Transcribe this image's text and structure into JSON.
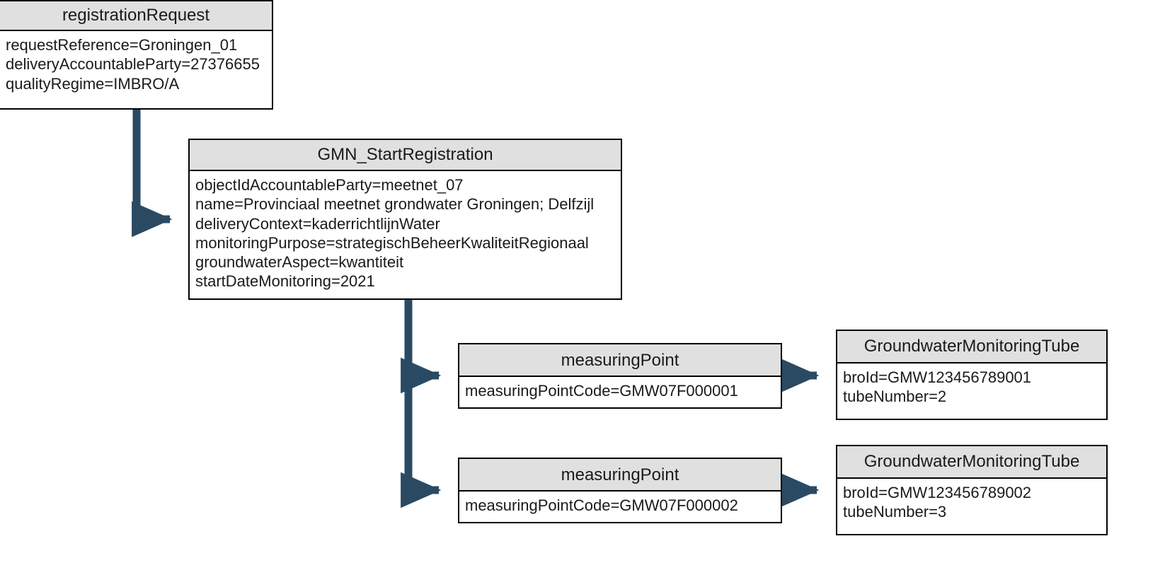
{
  "diagram": {
    "title": "GMN registration object diagram",
    "connector_color": "#2a4a63",
    "box_header_color": "#e0e0e0",
    "box_border_color": "#000000",
    "background_color": "#ffffff"
  },
  "boxes": {
    "registration_request": {
      "name": "registrationRequest",
      "attributes": [
        "requestReference=Groningen_01",
        "deliveryAccountableParty=27376655",
        "qualityRegime=IMBRO/A"
      ]
    },
    "gmn_start_registration": {
      "name": "GMN_StartRegistration",
      "attributes": [
        "objectIdAccountableParty=meetnet_07",
        "name=Provinciaal meetnet grondwater Groningen; Delfzijl",
        "deliveryContext=kaderrichtlijnWater",
        "monitoringPurpose=strategischBeheerKwaliteitRegionaal",
        "groundwaterAspect=kwantiteit",
        "startDateMonitoring=2021"
      ]
    },
    "measuring_point_1": {
      "name": "measuringPoint",
      "attributes": [
        "measuringPointCode=GMW07F000001"
      ]
    },
    "measuring_point_2": {
      "name": "measuringPoint",
      "attributes": [
        "measuringPointCode=GMW07F000002"
      ]
    },
    "tube_1": {
      "name": "GroundwaterMonitoringTube",
      "attributes": [
        "broId=GMW123456789001",
        "tubeNumber=2"
      ]
    },
    "tube_2": {
      "name": "GroundwaterMonitoringTube",
      "attributes": [
        "broId=GMW123456789002",
        "tubeNumber=3"
      ]
    }
  },
  "connectors": [
    {
      "id": "request-to-gmn",
      "from": "registrationRequest",
      "to": "GMN_StartRegistration"
    },
    {
      "id": "gmn-to-mp1",
      "from": "GMN_StartRegistration",
      "to": "measuringPoint 1"
    },
    {
      "id": "gmn-to-mp2",
      "from": "GMN_StartRegistration",
      "to": "measuringPoint 2"
    },
    {
      "id": "mp1-to-tube1",
      "from": "measuringPoint 1",
      "to": "GroundwaterMonitoringTube 1"
    },
    {
      "id": "mp2-to-tube2",
      "from": "measuringPoint 2",
      "to": "GroundwaterMonitoringTube 2"
    }
  ]
}
